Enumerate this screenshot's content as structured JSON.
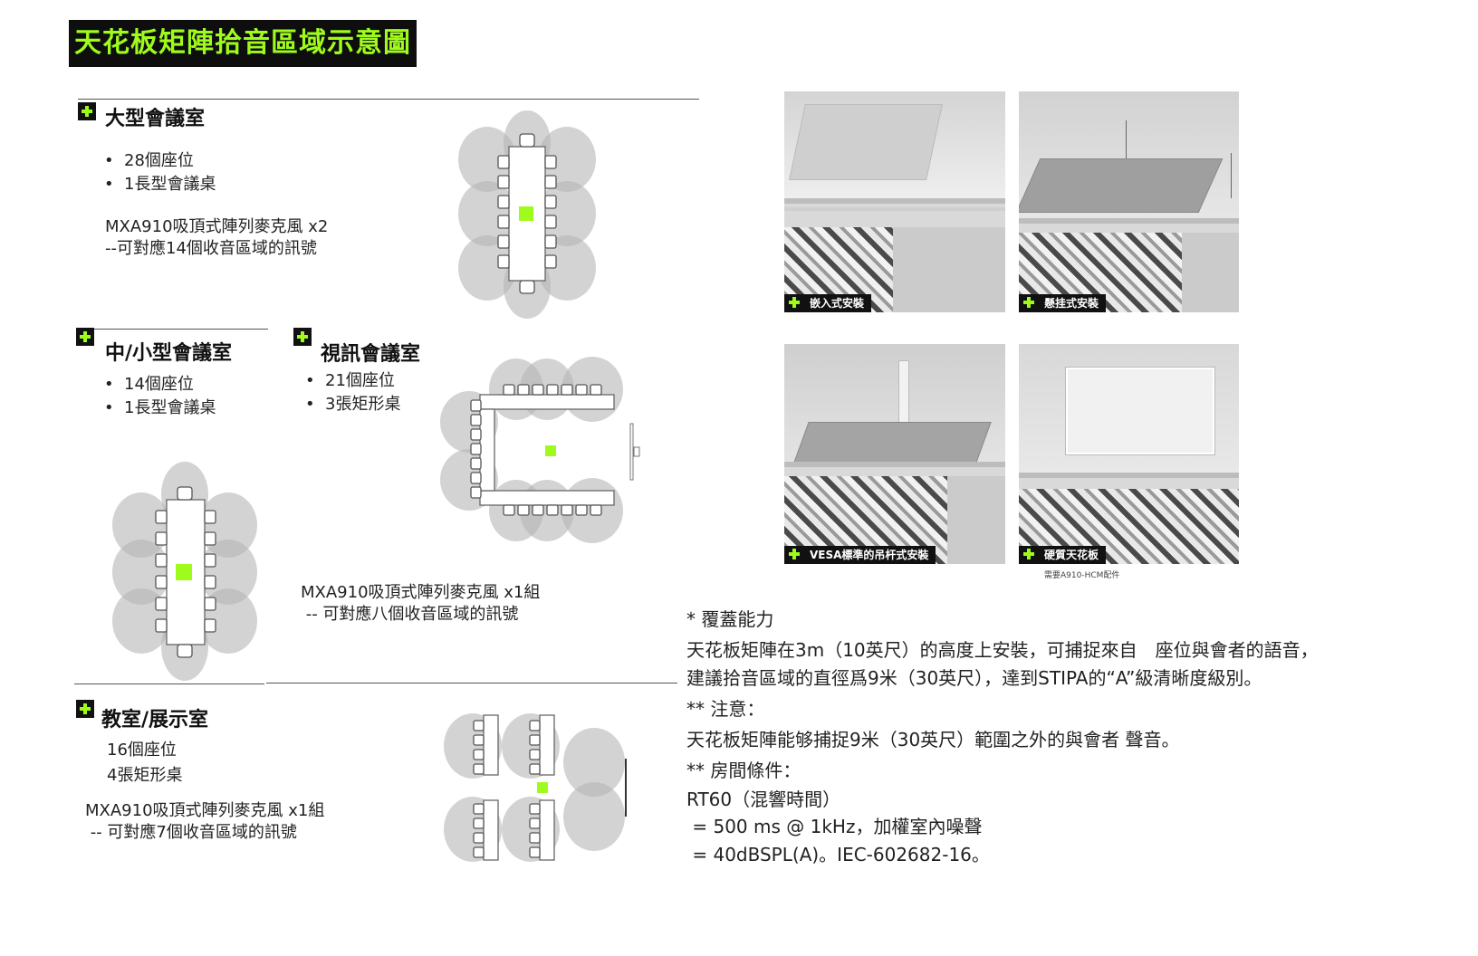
{
  "title": "天花板矩陣拾音區域示意圖",
  "large_room": {
    "heading": "大型會議室",
    "bullets": [
      "28個座位",
      "1長型會議桌"
    ],
    "mic_line1": "MXA910吸頂式陣列麥克風 x2",
    "mic_line2": "--可對應14個收音區域的訊號"
  },
  "medium_room": {
    "heading": "中/小型會議室",
    "bullets": [
      "14個座位",
      "1長型會議桌"
    ]
  },
  "video_room": {
    "heading": "視訊會議室",
    "bullets": [
      "21個座位",
      "3張矩形桌"
    ],
    "mic_line1": "MXA910吸頂式陣列麥克風 x1組",
    "mic_line2": " -- 可對應八個收音區域的訊號"
  },
  "classroom": {
    "heading": "教室/展示室",
    "line1": "16個座位",
    "line2": "4張矩形桌",
    "mic_line1": "MXA910吸頂式陣列麥克風 x1組",
    "mic_line2": " -- 可對應7個收音區域的訊號"
  },
  "photos": [
    {
      "caption": "嵌入式安裝"
    },
    {
      "caption": "懸挂式安裝"
    },
    {
      "caption": "VESA標準的吊杆式安裝"
    },
    {
      "caption": "硬質天花板"
    }
  ],
  "photo_note": "需要A910-HCM配件",
  "notes": {
    "coverage_heading": "* 覆蓋能力",
    "coverage_1": "天花板矩陣在3m（10英尺）的高度上安裝，可捕捉來自　座位與會者的語音，",
    "coverage_2": "建議拾音區域的直徑爲9米（30英尺），達到STIPA的“A”級清晰度級別。",
    "attention_heading": "** 注意：",
    "attention_1": "天花板矩陣能够捕捉9米（30英尺）範圍之外的與會者 聲音。",
    "room_heading": "** 房間條件：",
    "rt60": "RT60（混響時間）",
    "rt60_value": " = 500 ms @ 1kHz，加權室內噪聲",
    "noise_value": " = 40dBSPL(A)。IEC-602682-16。"
  },
  "colors": {
    "accent": "#9efb1c",
    "title_bg": "#0e0e0e"
  },
  "icons": [
    "plus-icon"
  ]
}
